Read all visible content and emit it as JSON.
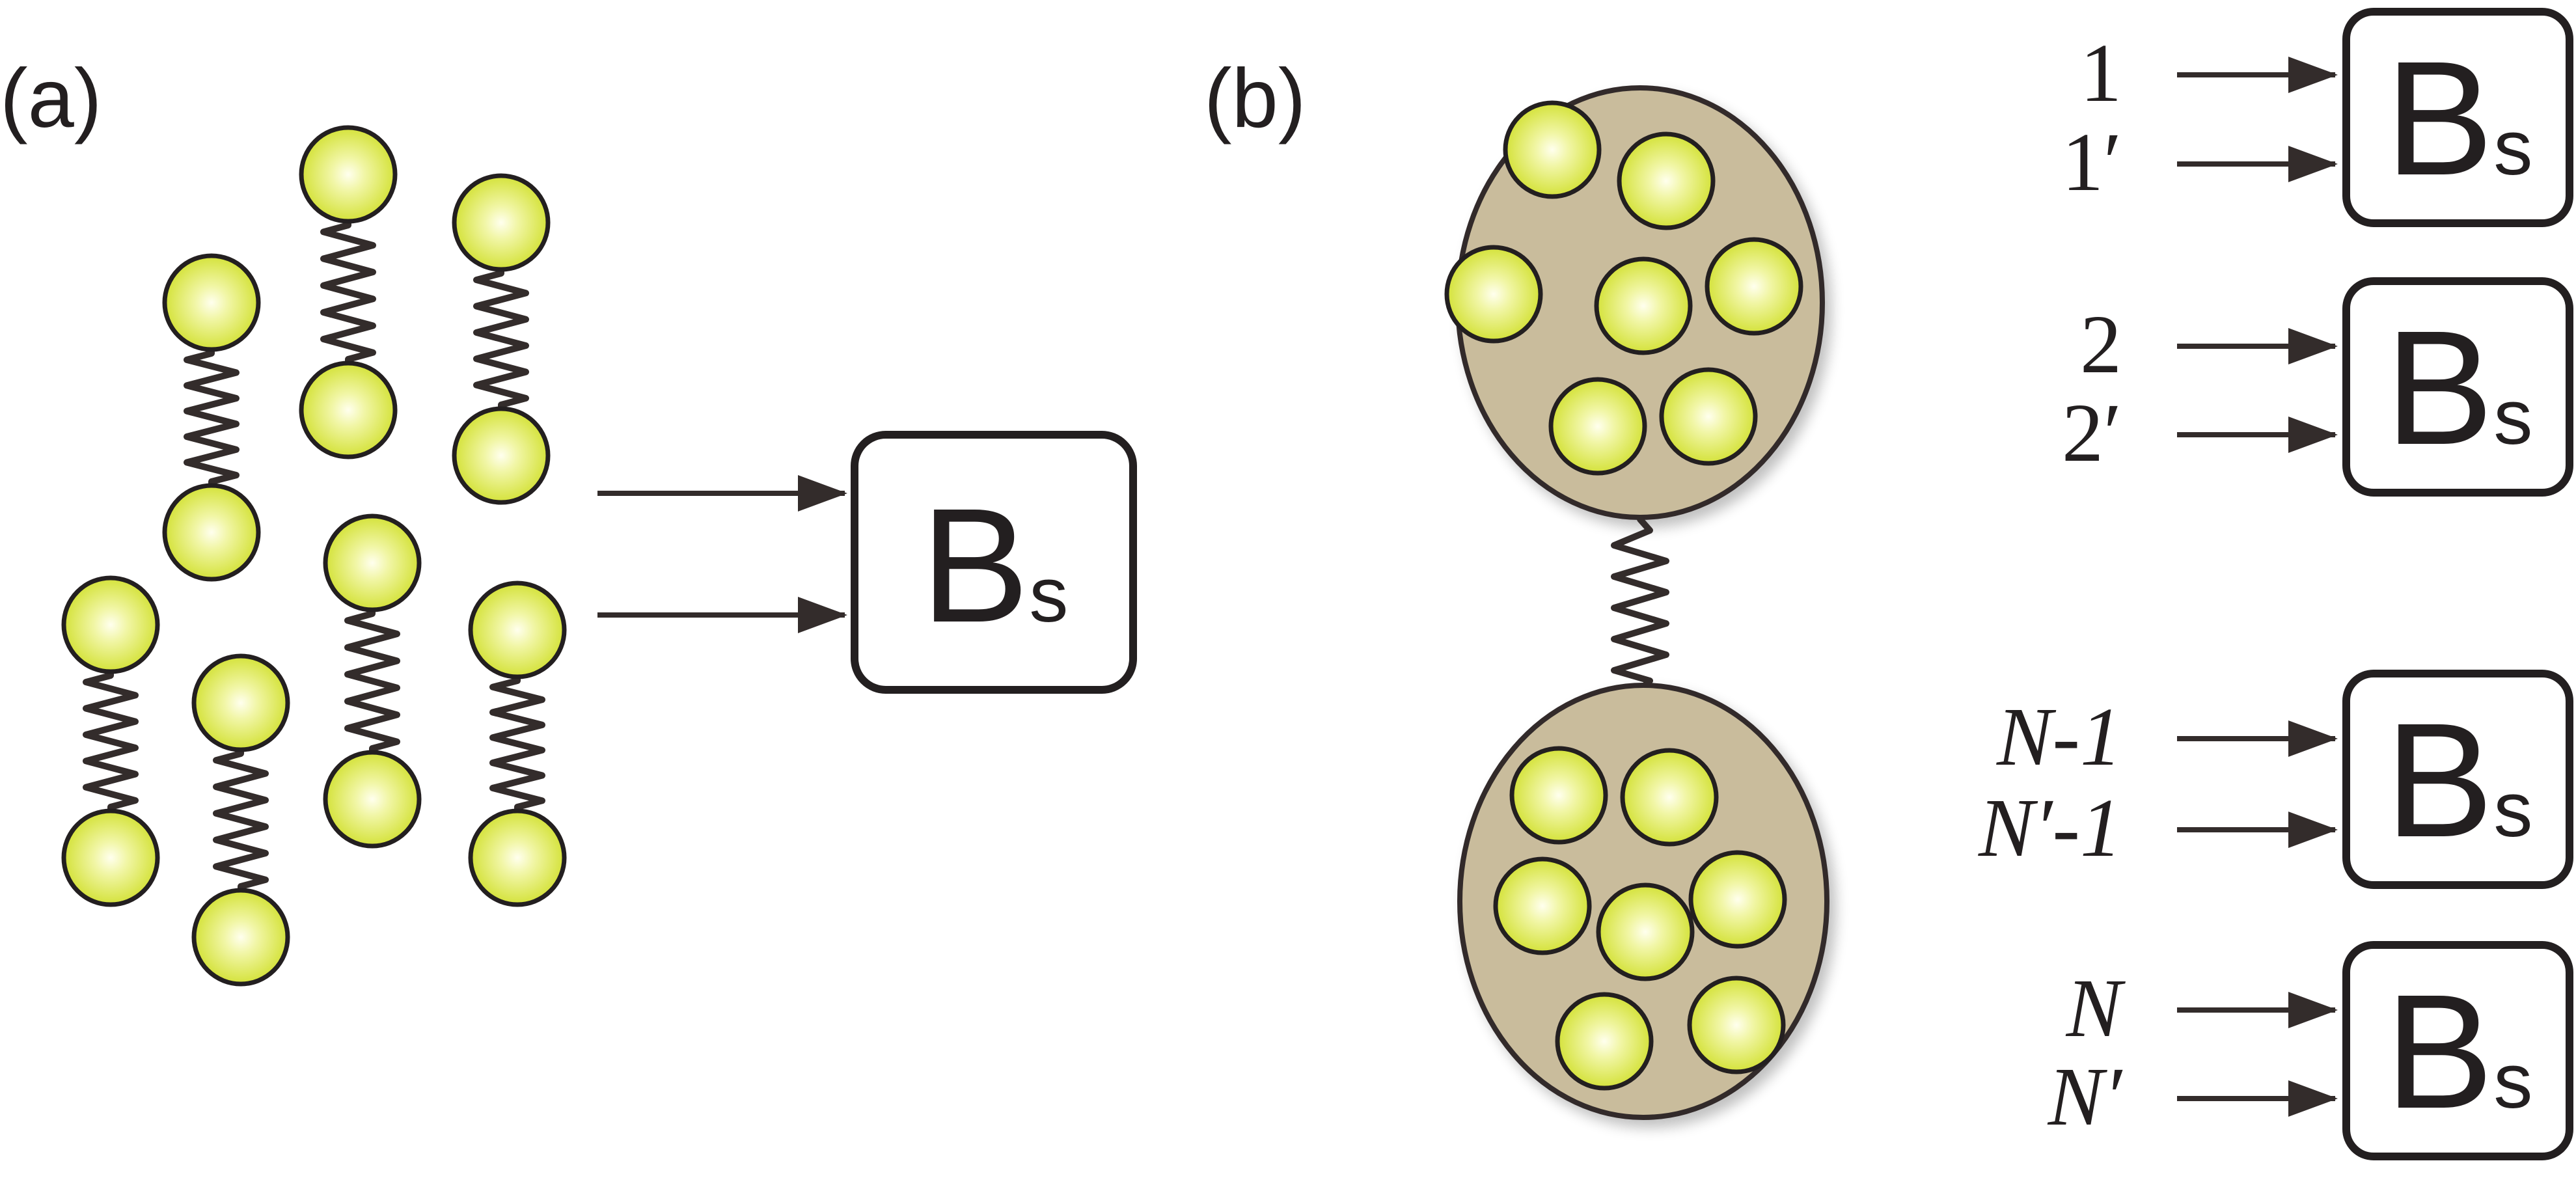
{
  "panel_a": {
    "label": "(a)",
    "box": {
      "main": "B",
      "sub": "s"
    }
  },
  "panel_b": {
    "label": "(b)",
    "rows": [
      {
        "top": "1",
        "bottom": "1′",
        "box_main": "B",
        "box_sub": "s"
      },
      {
        "top": "2",
        "bottom": "2′",
        "box_main": "B",
        "box_sub": "s"
      },
      {
        "top": "N-1",
        "bottom": "N′-1",
        "box_main": "B",
        "box_sub": "s"
      },
      {
        "top": "N",
        "bottom": "N′",
        "box_main": "B",
        "box_sub": "s"
      }
    ]
  },
  "colors": {
    "ball_center": "#ffffee",
    "ball_edge": "#d4e23a",
    "blob_fill": "#c9bc9c",
    "stroke": "#231f20"
  }
}
